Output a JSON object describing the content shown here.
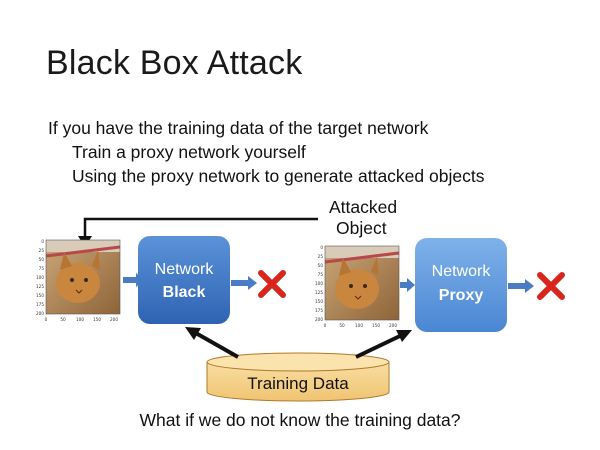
{
  "slide": {
    "title": "Black Box Attack",
    "bullets": [
      "If you have the training data of the target network",
      "Train a proxy network yourself",
      "Using the proxy network to generate attacked objects"
    ],
    "attacked_object_line1": "Attacked",
    "attacked_object_line2": "Object",
    "question": "What if we do not know the training data?"
  },
  "diagram": {
    "black_network": {
      "line1": "Network",
      "line2": "Black"
    },
    "proxy_network": {
      "line1": "Network",
      "line2": "Proxy"
    },
    "training_data": "Training Data",
    "image_axis_y_ticks": [
      "0",
      "25",
      "50",
      "75",
      "100",
      "125",
      "150",
      "175",
      "200"
    ],
    "image_axis_x_ticks": [
      "0",
      "50",
      "100",
      "150",
      "200"
    ],
    "colors": {
      "network_fill": "#3d76c4",
      "arrow_blue": "#4a7cc4",
      "cylinder_fill": "#f5d28c",
      "cross_red": "#d9261c"
    },
    "icons": [
      "cat-image",
      "red-cross-icon"
    ]
  }
}
